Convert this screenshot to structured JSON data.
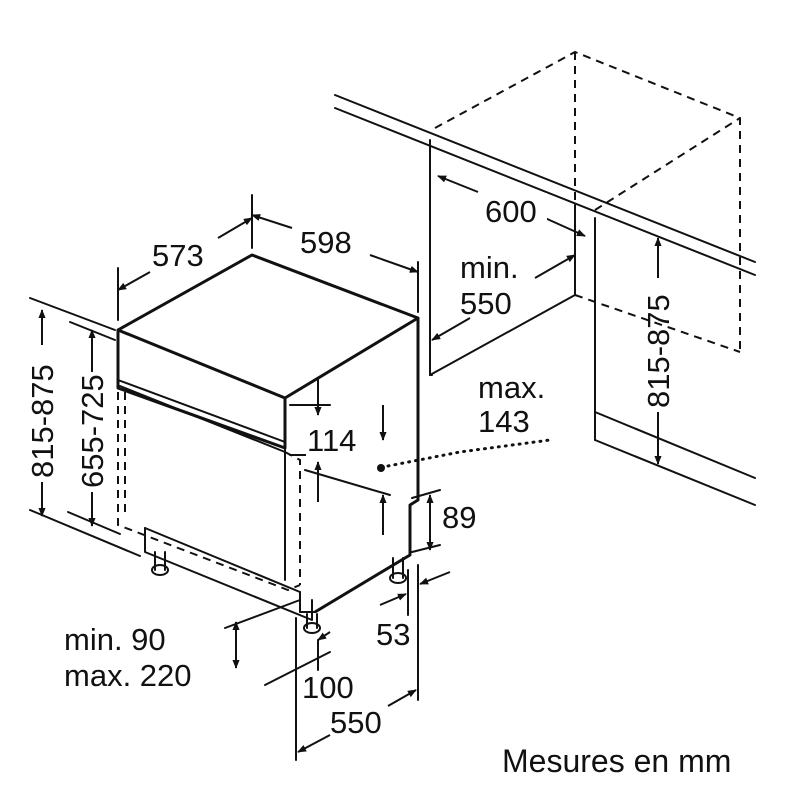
{
  "labels": {
    "width_depth": "573",
    "width_front": "598",
    "niche_width": "600",
    "niche_depth_prefix": "min.",
    "niche_depth_value": "550",
    "niche_height": "815-875",
    "height_total": "815-875",
    "height_body": "655-725",
    "panel_114": "114",
    "max_prefix": "max.",
    "max_value": "143",
    "foot_89": "89",
    "foot_53": "53",
    "plinth_min": "min. 90",
    "plinth_max": "max. 220",
    "depth_100": "100",
    "depth_550": "550",
    "units_caption": "Mesures en mm"
  }
}
